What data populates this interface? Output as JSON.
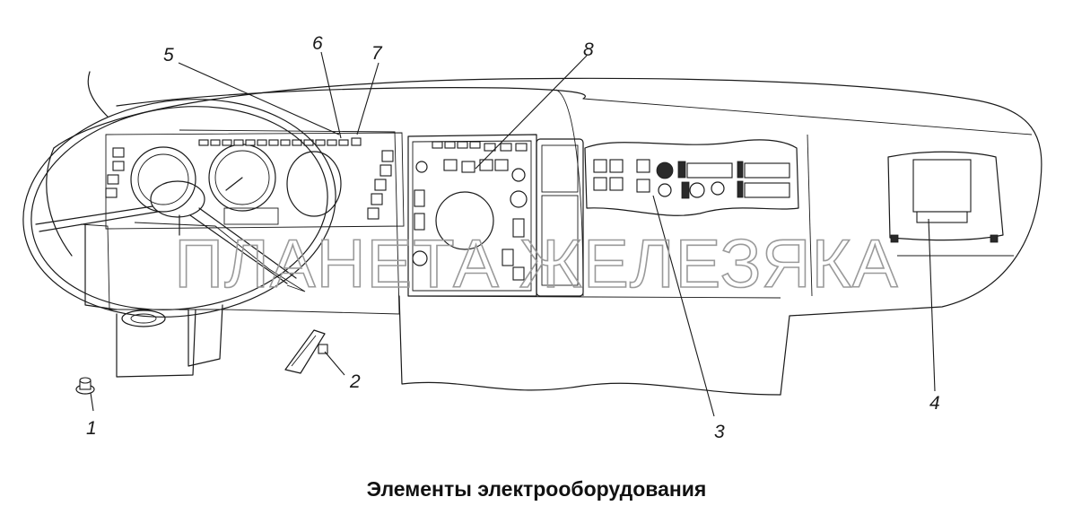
{
  "caption": "Элементы электрооборудования",
  "watermark": "ПЛАНЕТА ЖЕЛЕЗЯКА",
  "callouts": [
    "1",
    "2",
    "3",
    "4",
    "5",
    "6",
    "7",
    "8"
  ],
  "colors": {
    "line": "#1a1a1a",
    "watermark": "#9a9a9a",
    "background": "#ffffff"
  }
}
